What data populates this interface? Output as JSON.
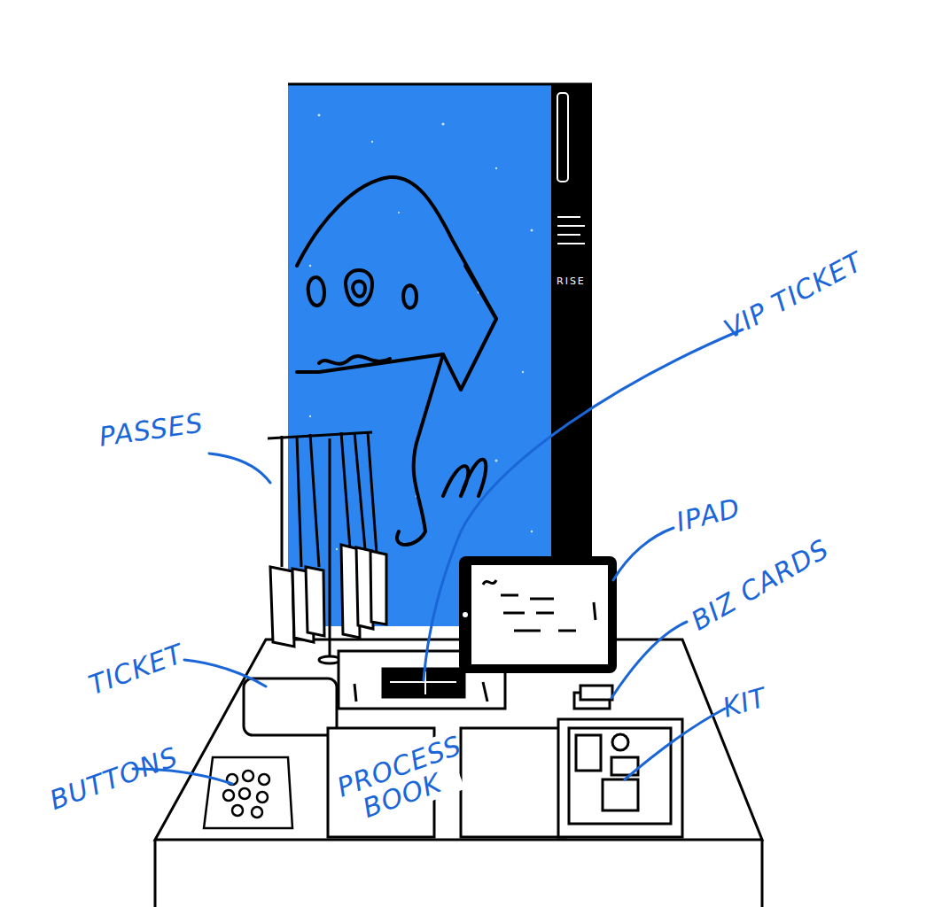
{
  "diagram": {
    "labels": [
      "PASSES",
      "VIP TICKET",
      "IPAD",
      "BIZ CARDS",
      "KIT",
      "TICKET",
      "BUTTONS",
      "PROCESS BOOK",
      "RISE"
    ]
  }
}
